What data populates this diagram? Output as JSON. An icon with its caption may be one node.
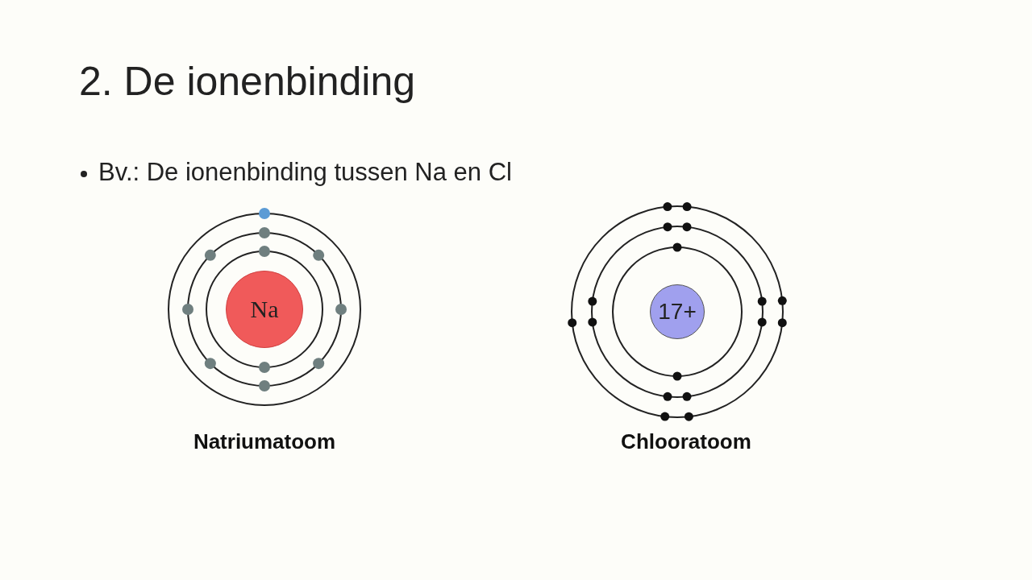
{
  "diagram": {
    "title": "2. De ionenbinding",
    "nodes": [
      {
        "text": [
          "Na"
        ]
      },
      {
        "text": [
          "17+"
        ]
      }
    ],
    "labels": [
      "Bv.: De ionenbinding tussen Na en Cl",
      "Natriumatoom",
      "Chlooratoom"
    ]
  }
}
